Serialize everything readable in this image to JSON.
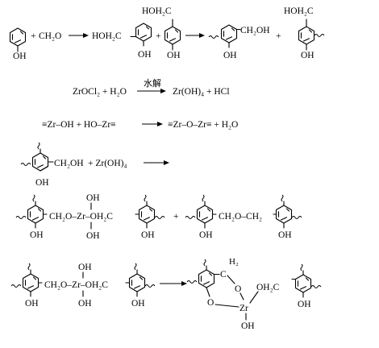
{
  "reaction1": {
    "reagent_plus": "+",
    "reagent": "CH₂O",
    "product1_group": "HOH₂C",
    "product1_oh": "OH",
    "product2_group": "HOH₂C",
    "product2_oh": "OH",
    "plus1": "+",
    "plus2": "+",
    "product3_group": "CH₂OH",
    "product3_oh": "OH",
    "product4_group": "HOH₂C",
    "product4_oh": "OH",
    "phenol_oh": "OH"
  },
  "reaction2": {
    "lhs": "ZrOCl₂ + H₂O",
    "arrow_label": "水解",
    "rhs": "Zr(OH)₄ + HCl"
  },
  "reaction3": {
    "lhs": "≡Zr–OH + HO–Zr≡",
    "rhs": "≡Zr–O–Zr≡ + H₂O"
  },
  "reaction4": {
    "group": "CH₂OH",
    "oh": "OH",
    "reagent": "+ Zr(OH)₄"
  },
  "reaction5": {
    "product1_oh_top": "OH",
    "product1_chain": "CH₂O–Zr–OH₂C",
    "product1_oh_bottom": "OH",
    "product1_ring1_oh": "OH",
    "product1_ring2_oh": "OH",
    "plus": "+",
    "product2_chain": "CH₂O–CH₂",
    "product2_ring1_oh": "OH",
    "product2_ring2_oh": "OH"
  },
  "reaction6": {
    "lhs_oh_top": "OH",
    "lhs_chain": "CH₂O–Zr–OH₂C",
    "lhs_oh_bottom": "OH",
    "lhs_ring1_oh": "OH",
    "lhs_ring2_oh": "OH",
    "chelate_h2": "H₂",
    "chelate_c": "C",
    "chelate_o1": "O",
    "chelate_o2": "O",
    "chelate_zr": "Zr",
    "chelate_oh": "OH",
    "chelate_group": "OH₂C",
    "chelate_ring2_oh": "OH"
  }
}
